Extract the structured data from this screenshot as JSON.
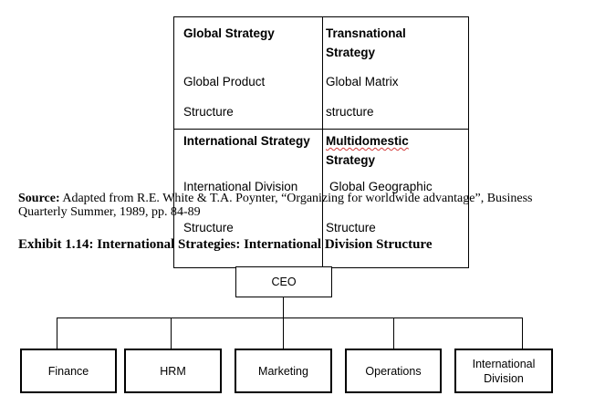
{
  "matrix": {
    "top_left": {
      "title": "Global Strategy",
      "structure_line1": "Global Product",
      "structure_line2": "Structure"
    },
    "top_right": {
      "title_line1": "Transnational",
      "title_line2": "Strategy",
      "structure_line1": "Global Matrix",
      "structure_line2": "structure"
    },
    "bottom_left": {
      "title": "International Strategy",
      "structure_line1": "International Division",
      "structure_line2": "Structure"
    },
    "bottom_right": {
      "title_line1": "Multidomestic",
      "title_line2": "Strategy",
      "structure_line1": "Global Geographic",
      "structure_line2": "Structure"
    }
  },
  "source": {
    "label": "Source:",
    "text_line1": " Adapted from R.E. White & T.A. Poynter, “Organizing for worldwide advantage”, Business",
    "text_line2": "Quarterly Summer, 1989, pp. 84-89"
  },
  "exhibit_title": "Exhibit 1.14: International Strategies: International Division Structure",
  "org_chart": {
    "top": "CEO",
    "departments": [
      {
        "label": "Finance"
      },
      {
        "label": "HRM"
      },
      {
        "label": "Marketing"
      },
      {
        "label": "Operations"
      },
      {
        "label_line1": "International",
        "label_line2": "Division"
      }
    ]
  }
}
